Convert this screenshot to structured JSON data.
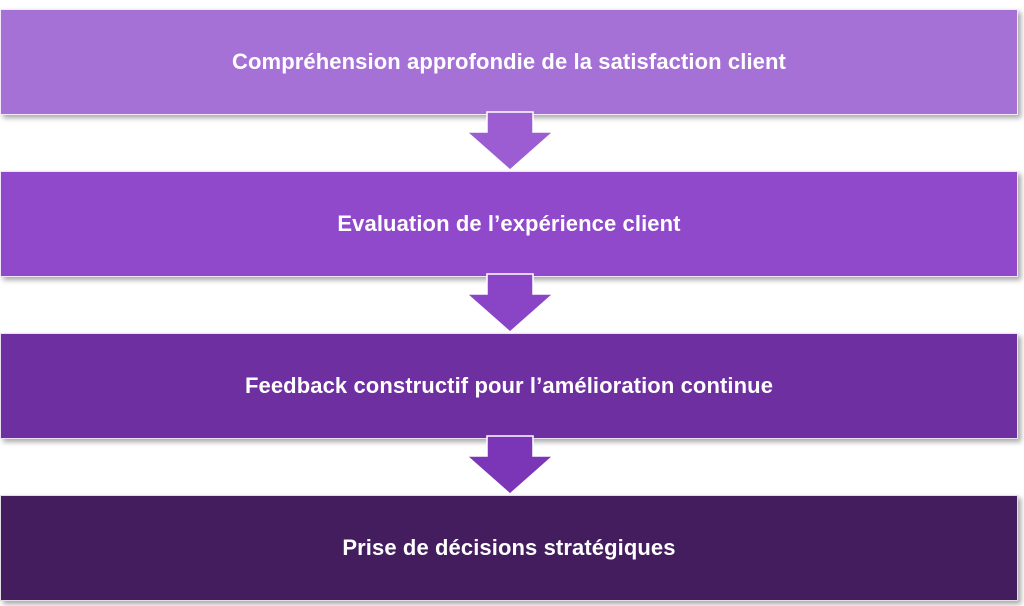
{
  "steps": [
    {
      "label": "Compréhension approfondie de la satisfaction client",
      "color": "#a571d6"
    },
    {
      "label": "Evaluation de l’expérience client",
      "color": "#9149cc"
    },
    {
      "label": "Feedback constructif pour l’amélioration continue",
      "color": "#6e2fa0"
    },
    {
      "label": "Prise de décisions stratégiques",
      "color": "#431d5e"
    }
  ],
  "arrows": [
    {
      "color": "#9b5dd1"
    },
    {
      "color": "#8a45c6"
    },
    {
      "color": "#7a36b6"
    }
  ]
}
